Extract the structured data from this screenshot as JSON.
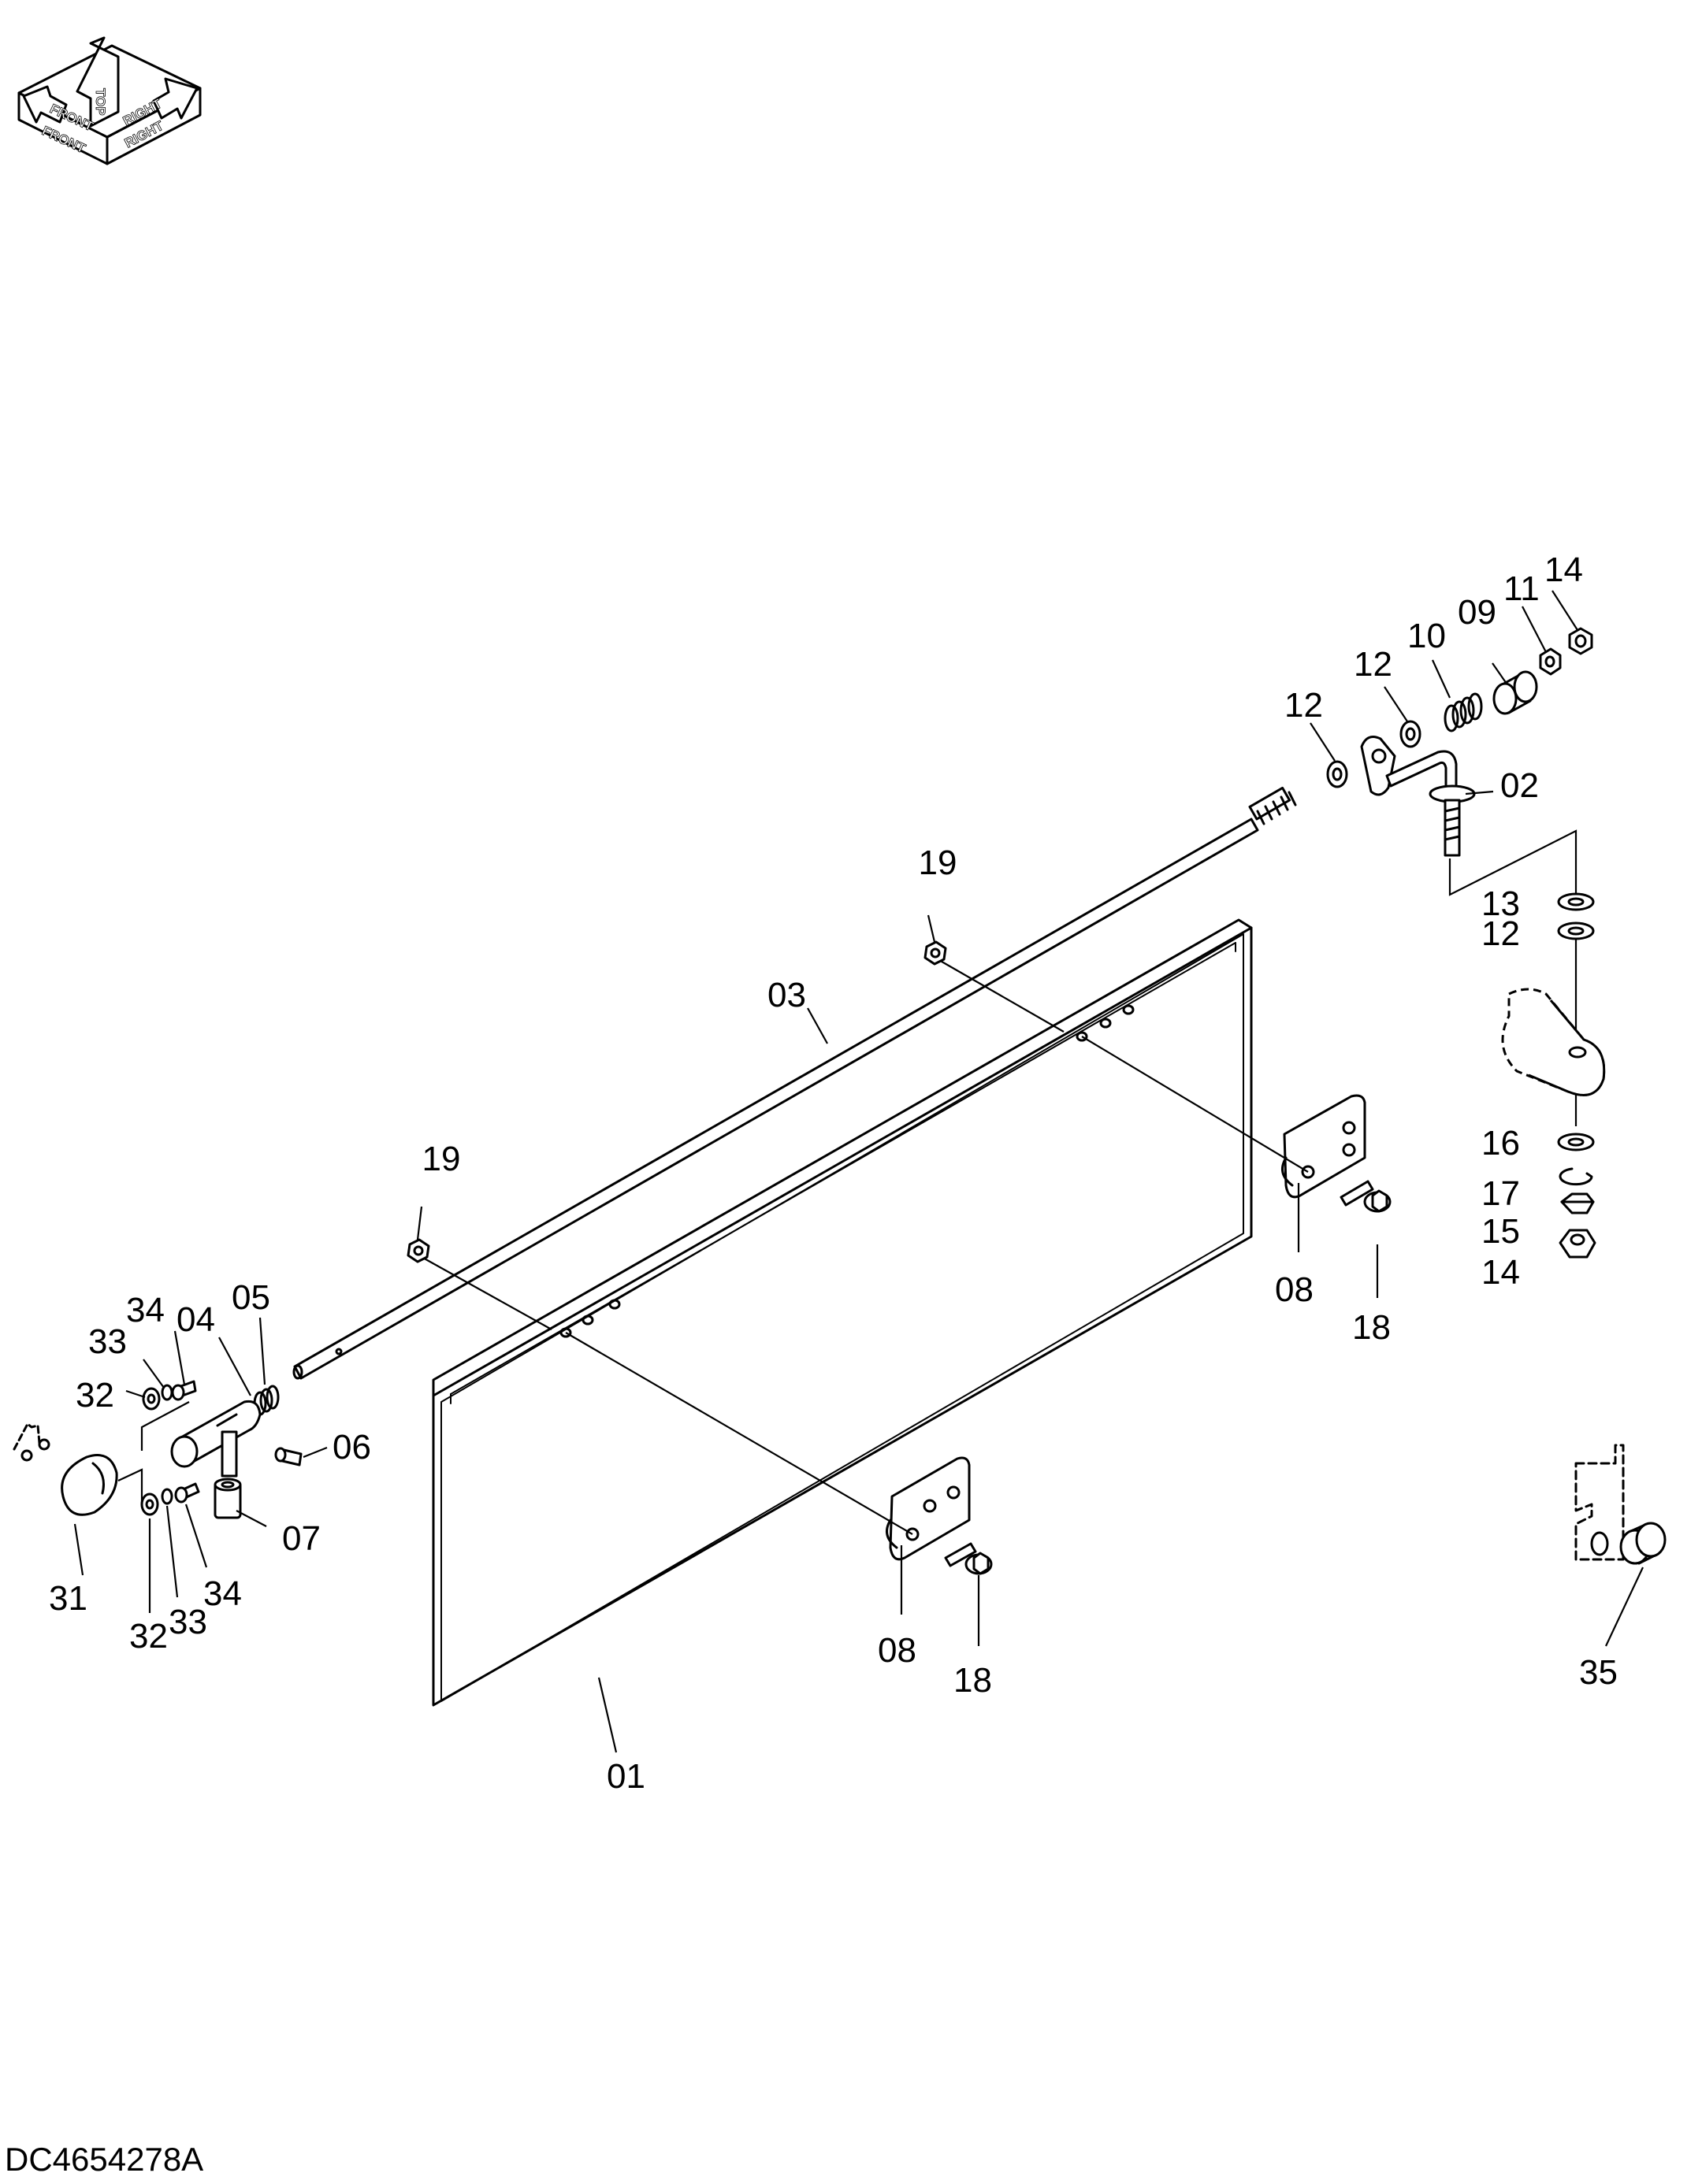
{
  "drawing": {
    "number": "DC4654278A"
  },
  "orientation": {
    "front": "FRONT",
    "top": "TOP",
    "right": "RIGHT"
  },
  "callouts": {
    "c01": "01",
    "c02": "02",
    "c03": "03",
    "c04": "04",
    "c05": "05",
    "c06": "06",
    "c07": "07",
    "c08a": "08",
    "c08b": "08",
    "c09": "09",
    "c10": "10",
    "c11": "11",
    "c12a": "12",
    "c12b": "12",
    "c12c": "12",
    "c13": "13",
    "c14a": "14",
    "c14b": "14",
    "c15": "15",
    "c16": "16",
    "c17": "17",
    "c18a": "18",
    "c18b": "18",
    "c19a": "19",
    "c19b": "19",
    "c31": "31",
    "c32a": "32",
    "c32b": "32",
    "c33a": "33",
    "c33b": "33",
    "c34a": "34",
    "c34b": "34",
    "c35": "35"
  }
}
